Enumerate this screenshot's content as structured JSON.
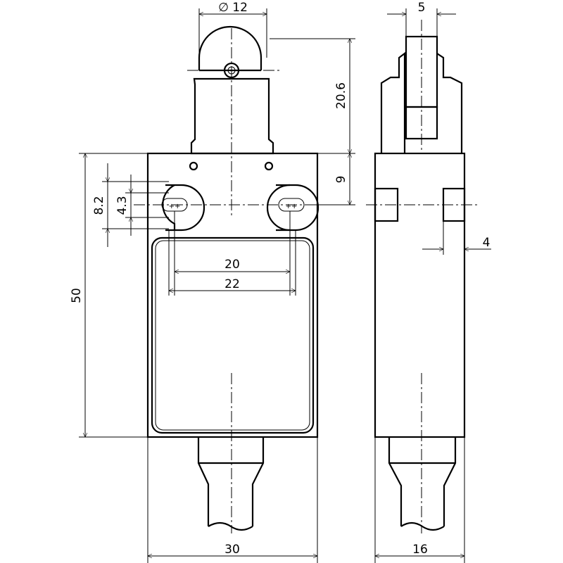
{
  "dimensions": {
    "roller_diameter": "∅ 12",
    "roller_width": "5",
    "actuator_height": "20.6",
    "hole_offset": "9",
    "body_height": "50",
    "slot_outer": "8.2",
    "slot_inner": "4.3",
    "hole_spacing_inner": "20",
    "hole_spacing_outer": "22",
    "body_width": "30",
    "body_depth": "16",
    "side_recess": "4"
  }
}
